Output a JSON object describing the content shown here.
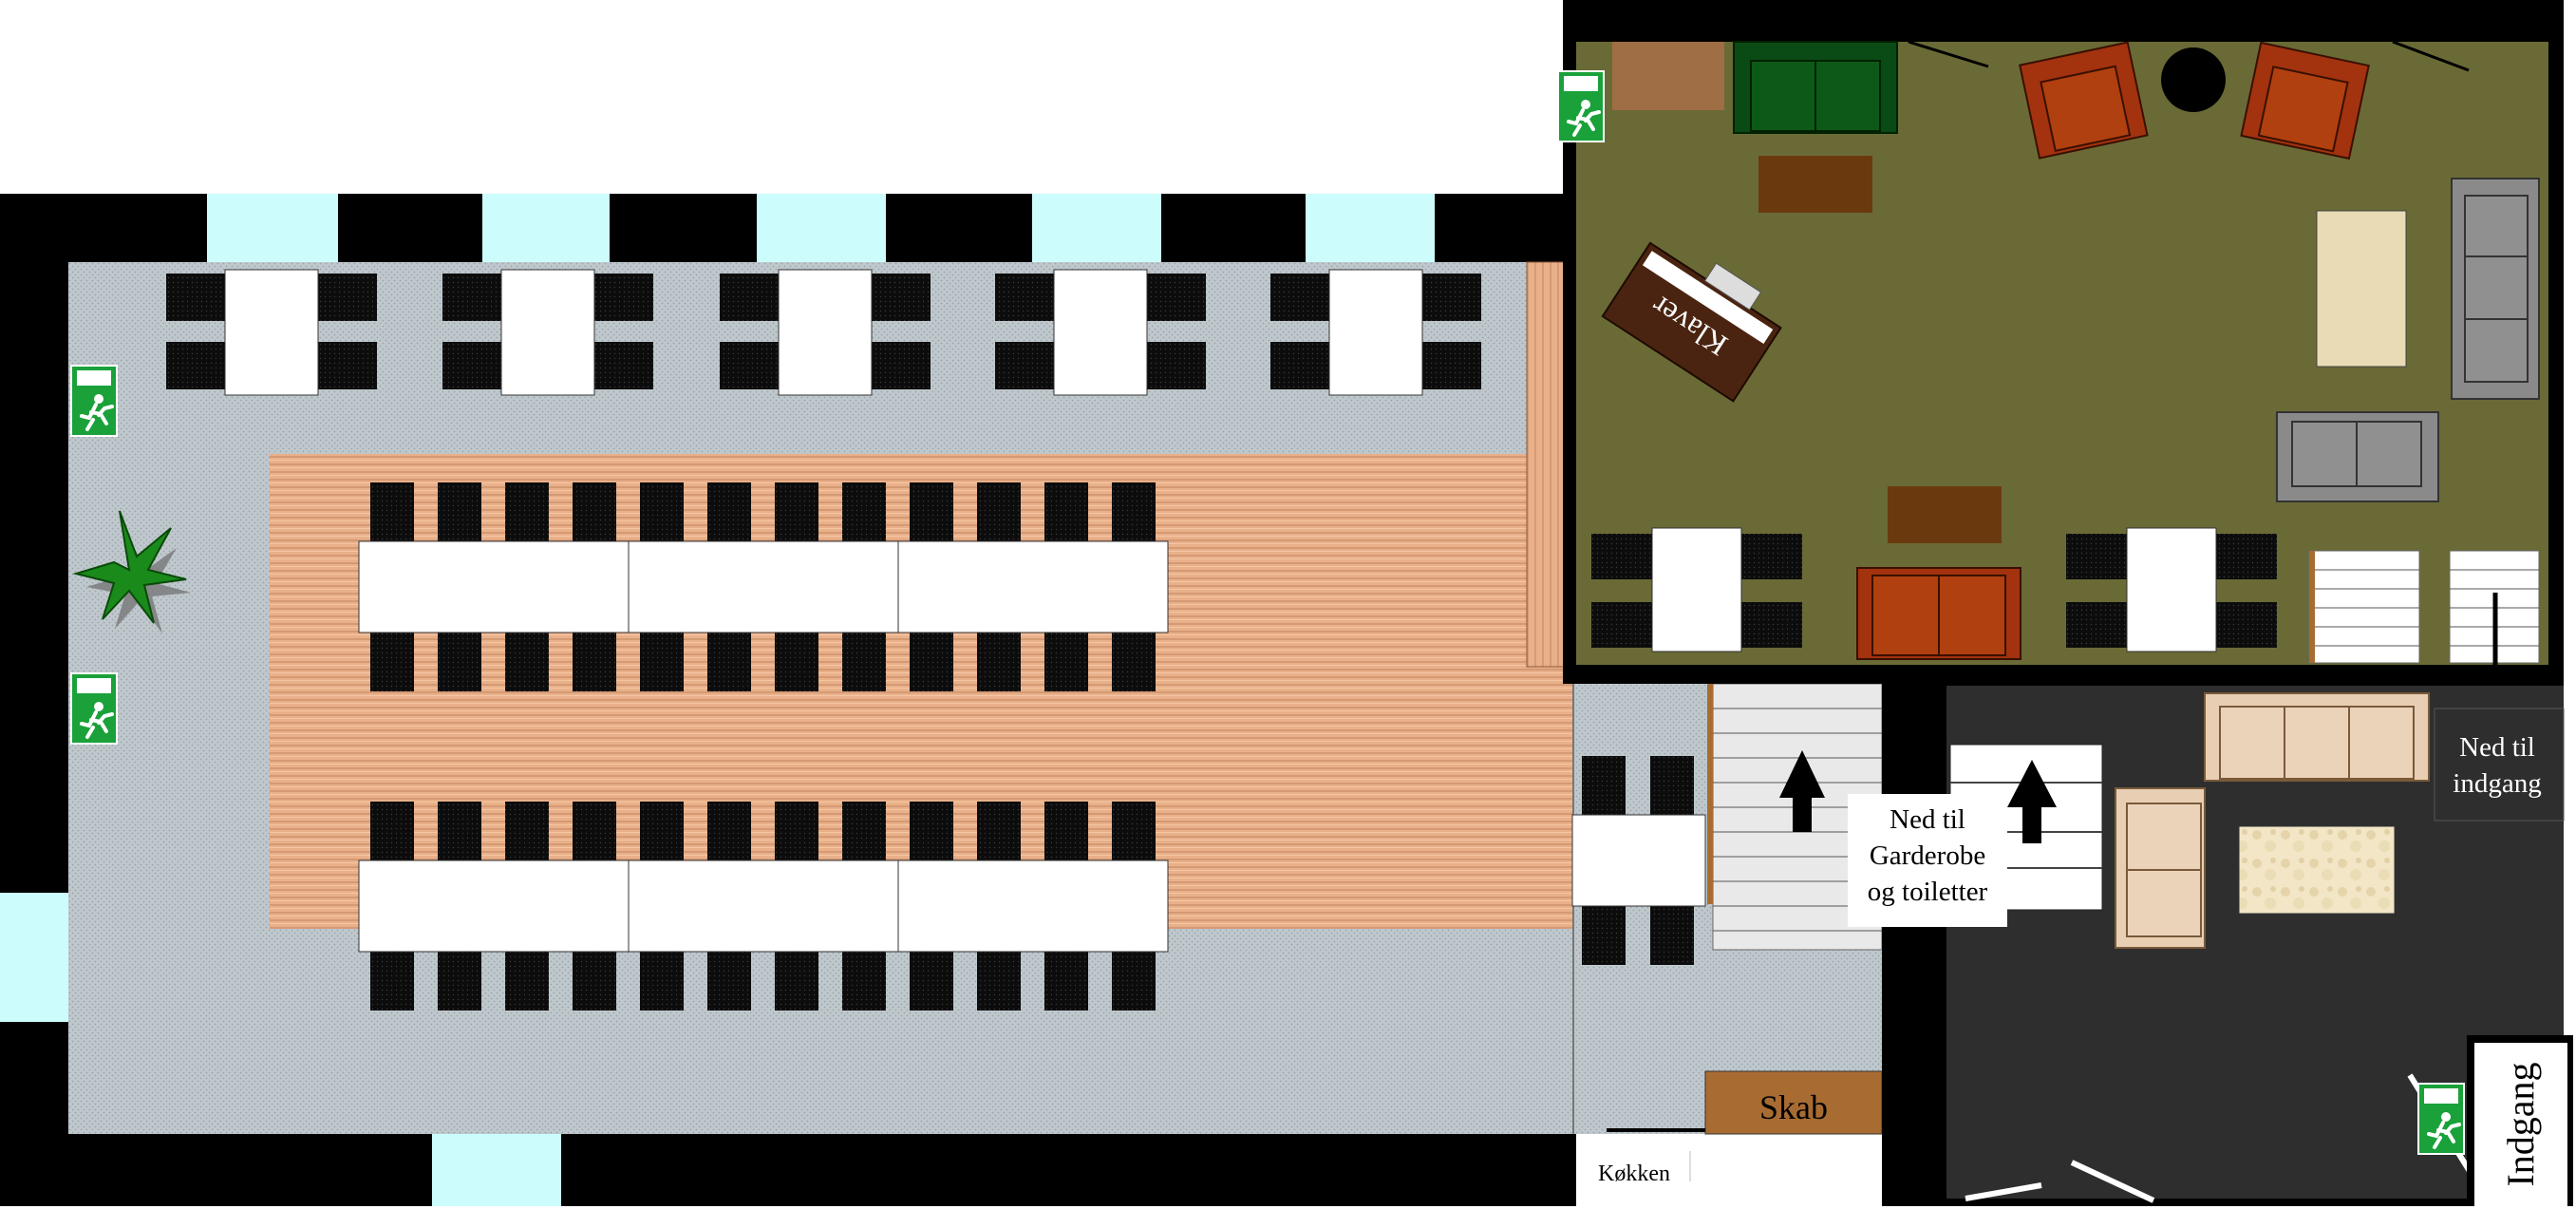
{
  "labels": {
    "piano": "Klaver",
    "stairs_garderobe_line1": "Ned til",
    "stairs_garderobe_line2": "Garderobe",
    "stairs_garderobe_line3": "og toiletter",
    "stairs_entrance_line1": "Ned til",
    "stairs_entrance_line2": "indgang",
    "cabinet": "Skab",
    "kitchen": "Køkken",
    "entrance": "Indgang"
  },
  "colors": {
    "wall": "#000000",
    "window": "#ccfcfc",
    "hall_floor": "#bcc6cc",
    "dance_floor": "#e8b08a",
    "lounge_floor": "#6a6a36",
    "entry_floor": "#2e2e2e",
    "chair": "#111111",
    "table": "#ffffff",
    "leather": "#a3320f",
    "green_sofa": "#0a4a14",
    "grey_sofa": "#8a8a8a",
    "beige_sofa": "#e8cfb4",
    "cabinet": "#a86c33",
    "exit_sign": "#1aa13a",
    "plant": "#1a8a1a"
  },
  "icons": [
    "emergency-exit-icon",
    "plant-icon",
    "arrow-up-icon",
    "arrow-down-icon"
  ]
}
